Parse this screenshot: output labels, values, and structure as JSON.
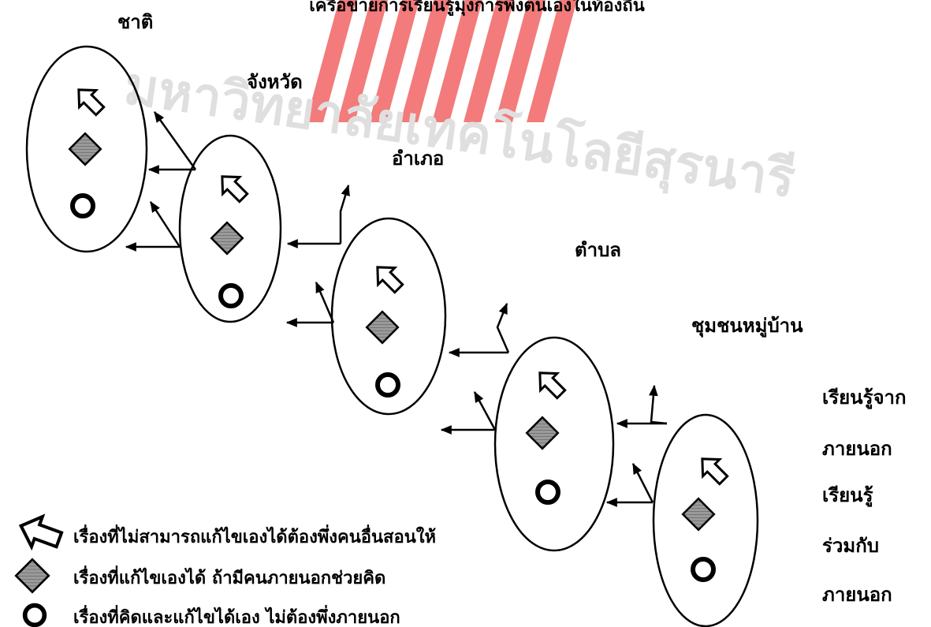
{
  "title": "เครือข่ายการเรียนรู้มุ่งการพึ่งตนเองในท้องถิ่น",
  "watermark": {
    "text": "มหาวิทยาลัยเทคโนโลยีสุรนารี",
    "logo_color": "#f08080"
  },
  "levels": [
    {
      "id": "nation",
      "label": "ชาติ"
    },
    {
      "id": "province",
      "label": "จังหวัด"
    },
    {
      "id": "district",
      "label": "อำเภอ"
    },
    {
      "id": "subdistrict",
      "label": "ตำบล"
    },
    {
      "id": "village",
      "label": "ชุมชนหมู่บ้าน"
    }
  ],
  "side_labels": [
    "เรียนรู้จาก",
    "ภายนอก",
    "เรียนรู้",
    "ร่วมกับ",
    "ภายนอก"
  ],
  "legend": [
    {
      "icon": "hollow-arrow-icon",
      "text": "เรื่องที่ไม่สามารถแก้ไขเองได้ต้องพึ่งคนอื่นสอนให้"
    },
    {
      "icon": "hatched-diamond-icon",
      "text": "เรื่องที่แก้ไขเองได้ ถ้ามีคนภายนอกช่วยคิด"
    },
    {
      "icon": "ring-icon",
      "text": "เรื่องที่คิดและแก้ไขได้เอง ไม่ต้องพึ่งภายนอก"
    }
  ],
  "colors": {
    "diamond_fill": "#8c8c8c",
    "stroke": "#000000",
    "watermark": "#d8d8d8"
  }
}
